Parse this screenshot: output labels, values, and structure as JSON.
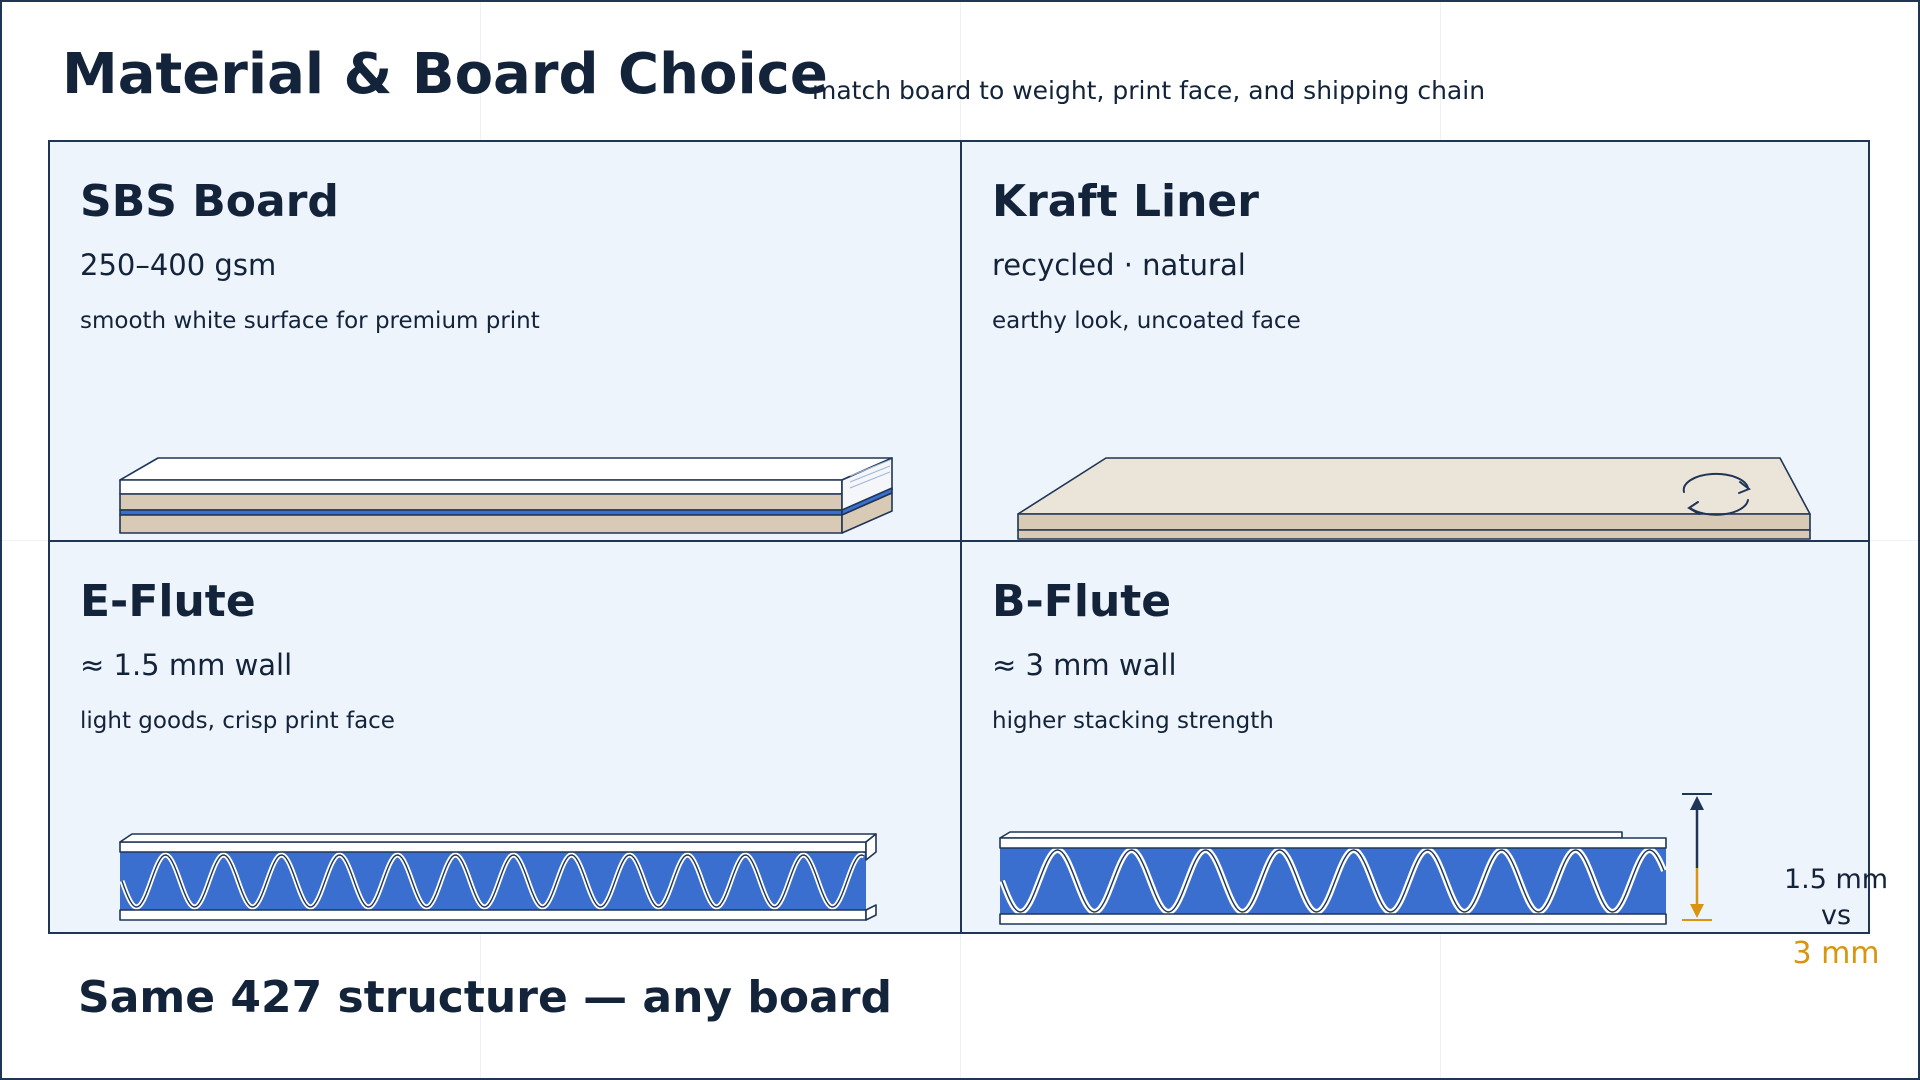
{
  "header": {
    "title": "Material & Board Choice",
    "subtitle": "match board to weight, print face, and shipping chain"
  },
  "panels": {
    "sbs": {
      "title": "SBS Board",
      "spec": "250–400 gsm",
      "description": "smooth white surface for premium print"
    },
    "kraft": {
      "title": "Kraft Liner",
      "spec": "recycled · natural",
      "description": "earthy look, uncoated face",
      "icon": "recycle-icon"
    },
    "e_flute": {
      "title": "E-Flute",
      "spec": "≈ 1.5 mm wall",
      "description": "light goods, crisp print face"
    },
    "b_flute": {
      "title": "B-Flute",
      "spec": "≈ 3 mm wall",
      "description": "higher stacking strength"
    }
  },
  "comparison": {
    "small": "1.5 mm",
    "vs": "vs",
    "large": "3 mm"
  },
  "footer": {
    "text": "Same 427 structure — any board"
  },
  "colors": {
    "navy": "#1f3556",
    "panel_bg": "#eef4fc",
    "flute_blue": "#3a6fd0",
    "kraft_tan": "#d8cab5",
    "kraft_face": "#ebe4d8",
    "accent_amber": "#d9950f"
  }
}
